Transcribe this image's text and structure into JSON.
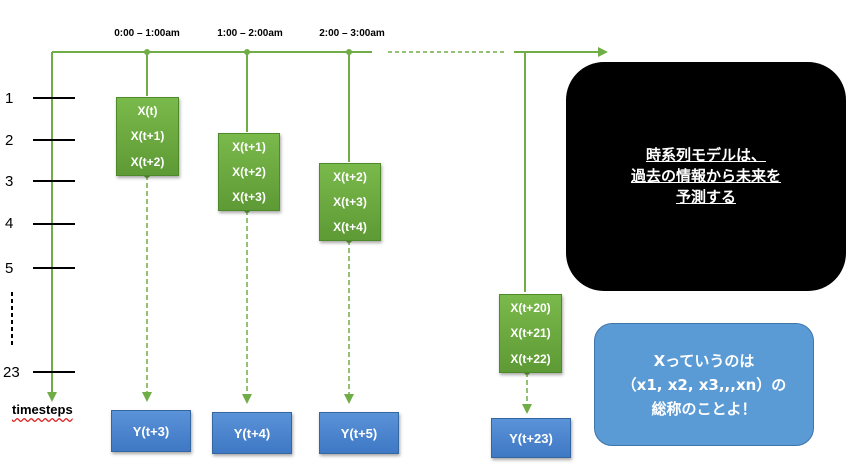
{
  "time_labels": [
    "0:00 – 1:00am",
    "1:00 – 2:00am",
    "2:00 – 3:00am"
  ],
  "row_labels": [
    "1",
    "2",
    "3",
    "4",
    "5",
    "23"
  ],
  "axis_label": "timesteps",
  "x_boxes": [
    {
      "items": [
        "X(t)",
        "X(t+1)",
        "X(t+2)"
      ]
    },
    {
      "items": [
        "X(t+1)",
        "X(t+2)",
        "X(t+3)"
      ]
    },
    {
      "items": [
        "X(t+2)",
        "X(t+3)",
        "X(t+4)"
      ]
    },
    {
      "items": [
        "X(t+20)",
        "X(t+21)",
        "X(t+22)"
      ]
    }
  ],
  "y_boxes": [
    "Y(t+3)",
    "Y(t+4)",
    "Y(t+5)",
    "Y(t+23)"
  ],
  "black_note": [
    "時系列モデルは、",
    "過去の情報から未来を",
    "予測する"
  ],
  "blue_note": [
    "Xっていうのは",
    "（x1, x2, x3,,,xn）の",
    "総称のことよ！"
  ],
  "colors": {
    "green_line": "#70ad47",
    "green_box": "#6aa842",
    "blue_box": "#4a86d0",
    "note_blue": "#5b9bd5",
    "black": "#000000"
  }
}
